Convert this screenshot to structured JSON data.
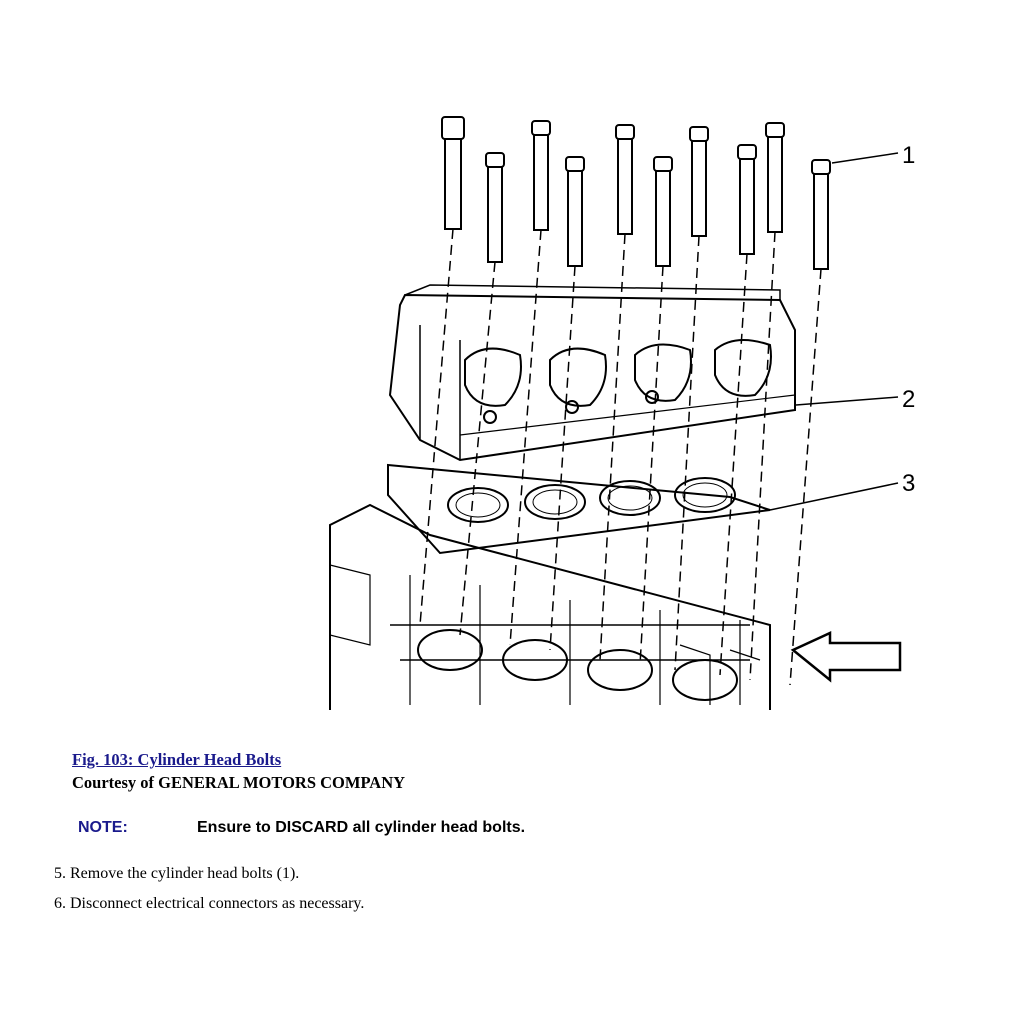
{
  "figure": {
    "callouts": [
      "1",
      "2",
      "3"
    ]
  },
  "caption": {
    "link_text": "Fig. 103: Cylinder Head Bolts",
    "courtesy": "Courtesy of GENERAL MOTORS COMPANY"
  },
  "note": {
    "label": "NOTE:",
    "text": "Ensure to DISCARD all cylinder head bolts."
  },
  "steps": [
    "5. Remove the cylinder head bolts (1).",
    "6. Disconnect electrical connectors as necessary."
  ],
  "colors": {
    "link": "#1a1a8c",
    "note_label": "#1a1a8c",
    "text": "#000000"
  }
}
